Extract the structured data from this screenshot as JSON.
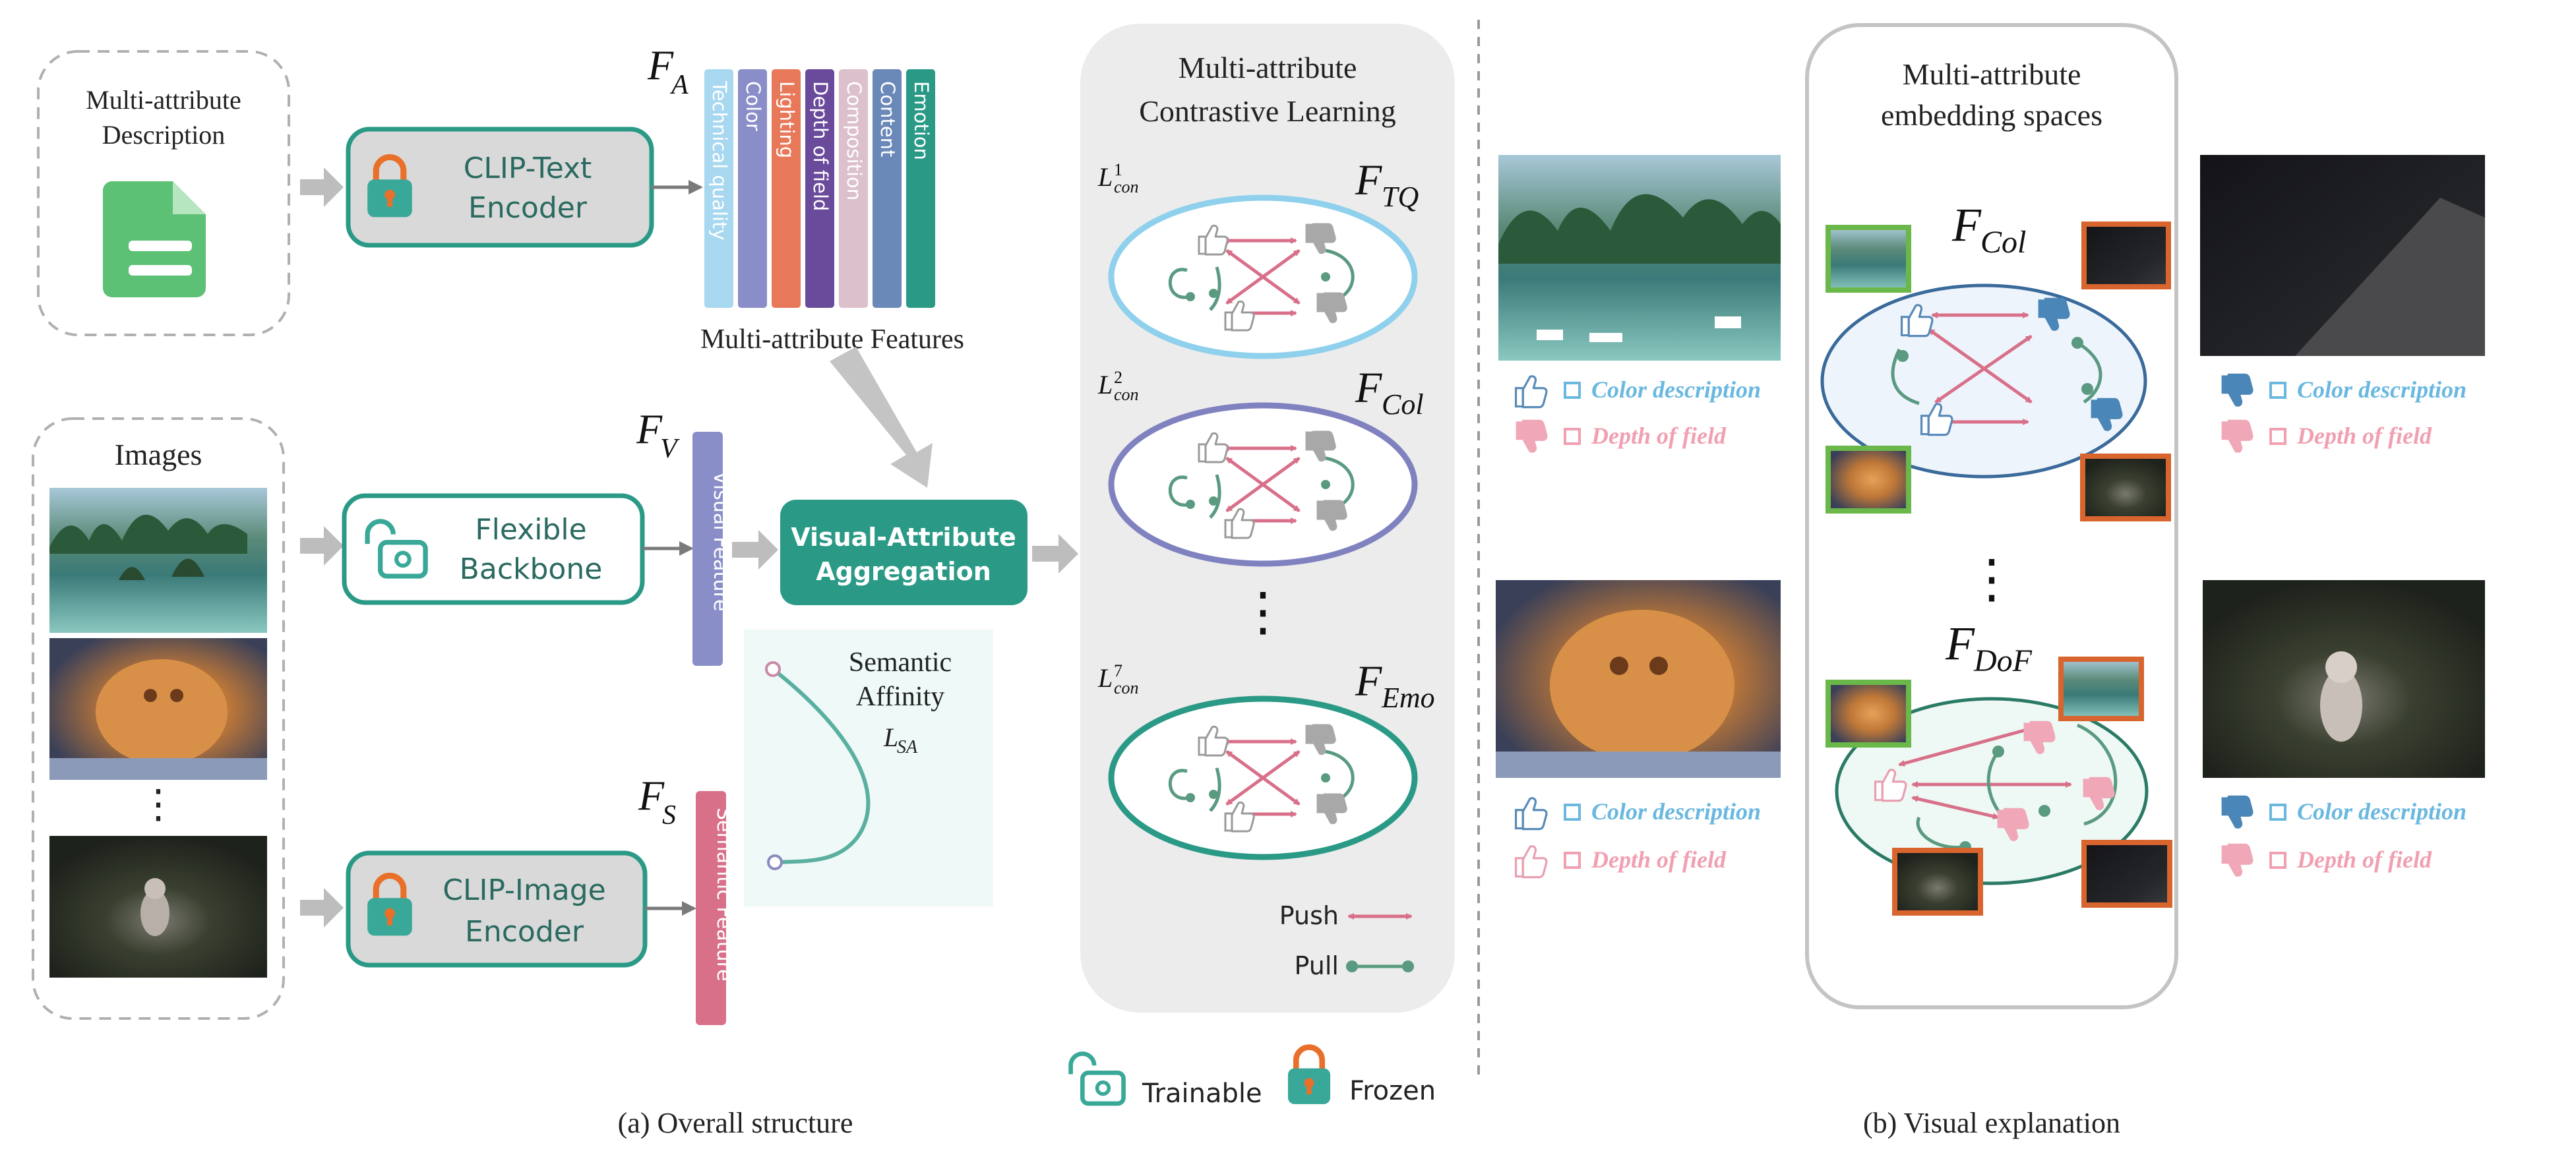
{
  "captions": {
    "overall": "(a) Overall structure",
    "visual": "(b) Visual explanation"
  },
  "inputs": {
    "description_title_1": "Multi-attribute",
    "description_title_2": "Description",
    "images_title": "Images"
  },
  "encoders": {
    "clip_text_1": "CLIP-Text",
    "clip_text_2": "Encoder",
    "backbone_1": "Flexible",
    "backbone_2": "Backbone",
    "clip_image_1": "CLIP-Image",
    "clip_image_2": "Encoder"
  },
  "features": {
    "fa_label": "F",
    "fa_sub": "A",
    "fv_label": "F",
    "fv_sub": "V",
    "fs_label": "F",
    "fs_sub": "S",
    "visual_feature": "Visual Feature",
    "semantic_feature": "Semantic Feature",
    "multi_attribute_features": "Multi-attribute Features",
    "attribute_bars": [
      {
        "label": "Technical quality",
        "color": "#a8d8f0"
      },
      {
        "label": "Color",
        "color": "#8a8ec8"
      },
      {
        "label": "Lighting",
        "color": "#e8785a"
      },
      {
        "label": "Depth of field",
        "color": "#6a4a9a"
      },
      {
        "label": "Composition",
        "color": "#dcc0cc"
      },
      {
        "label": "Content",
        "color": "#6a88b8"
      },
      {
        "label": "Emotion",
        "color": "#2a9a86"
      }
    ]
  },
  "aggregation": {
    "line1": "Visual-Attribute",
    "line2": "Aggregation"
  },
  "semantic_affinity": {
    "line1": "Semantic",
    "line2": "Affinity",
    "loss": "L",
    "loss_sub": "SA"
  },
  "contrastive": {
    "title1": "Multi-attribute",
    "title2": "Contrastive Learning",
    "spaces": [
      {
        "loss": "L",
        "loss_sup": "1",
        "loss_sub": "con",
        "space": "F",
        "space_sub": "TQ",
        "color": "#8fd0ec"
      },
      {
        "loss": "L",
        "loss_sup": "2",
        "loss_sub": "con",
        "space": "F",
        "space_sub": "Col",
        "color": "#8082c0"
      },
      {
        "loss": "L",
        "loss_sup": "7",
        "loss_sub": "con",
        "space": "F",
        "space_sub": "Emo",
        "color": "#2a9a86"
      }
    ],
    "push": "Push",
    "pull": "Pull"
  },
  "legend": {
    "trainable": "Trainable",
    "frozen": "Frozen"
  },
  "embedding": {
    "title1": "Multi-attribute",
    "title2": "embedding spaces",
    "space_col": "Col",
    "space_dof": "DoF",
    "space_letter": "F"
  },
  "explanations": {
    "color_description": "Color description",
    "depth_of_field": "Depth of field"
  },
  "colors": {
    "teal": "#2a9a86",
    "push": "#d8708a",
    "pull": "#5a9a80",
    "gray": "#b8b8b8",
    "blue_text": "#6ab8e0",
    "pink_text": "#f0a0b0"
  }
}
